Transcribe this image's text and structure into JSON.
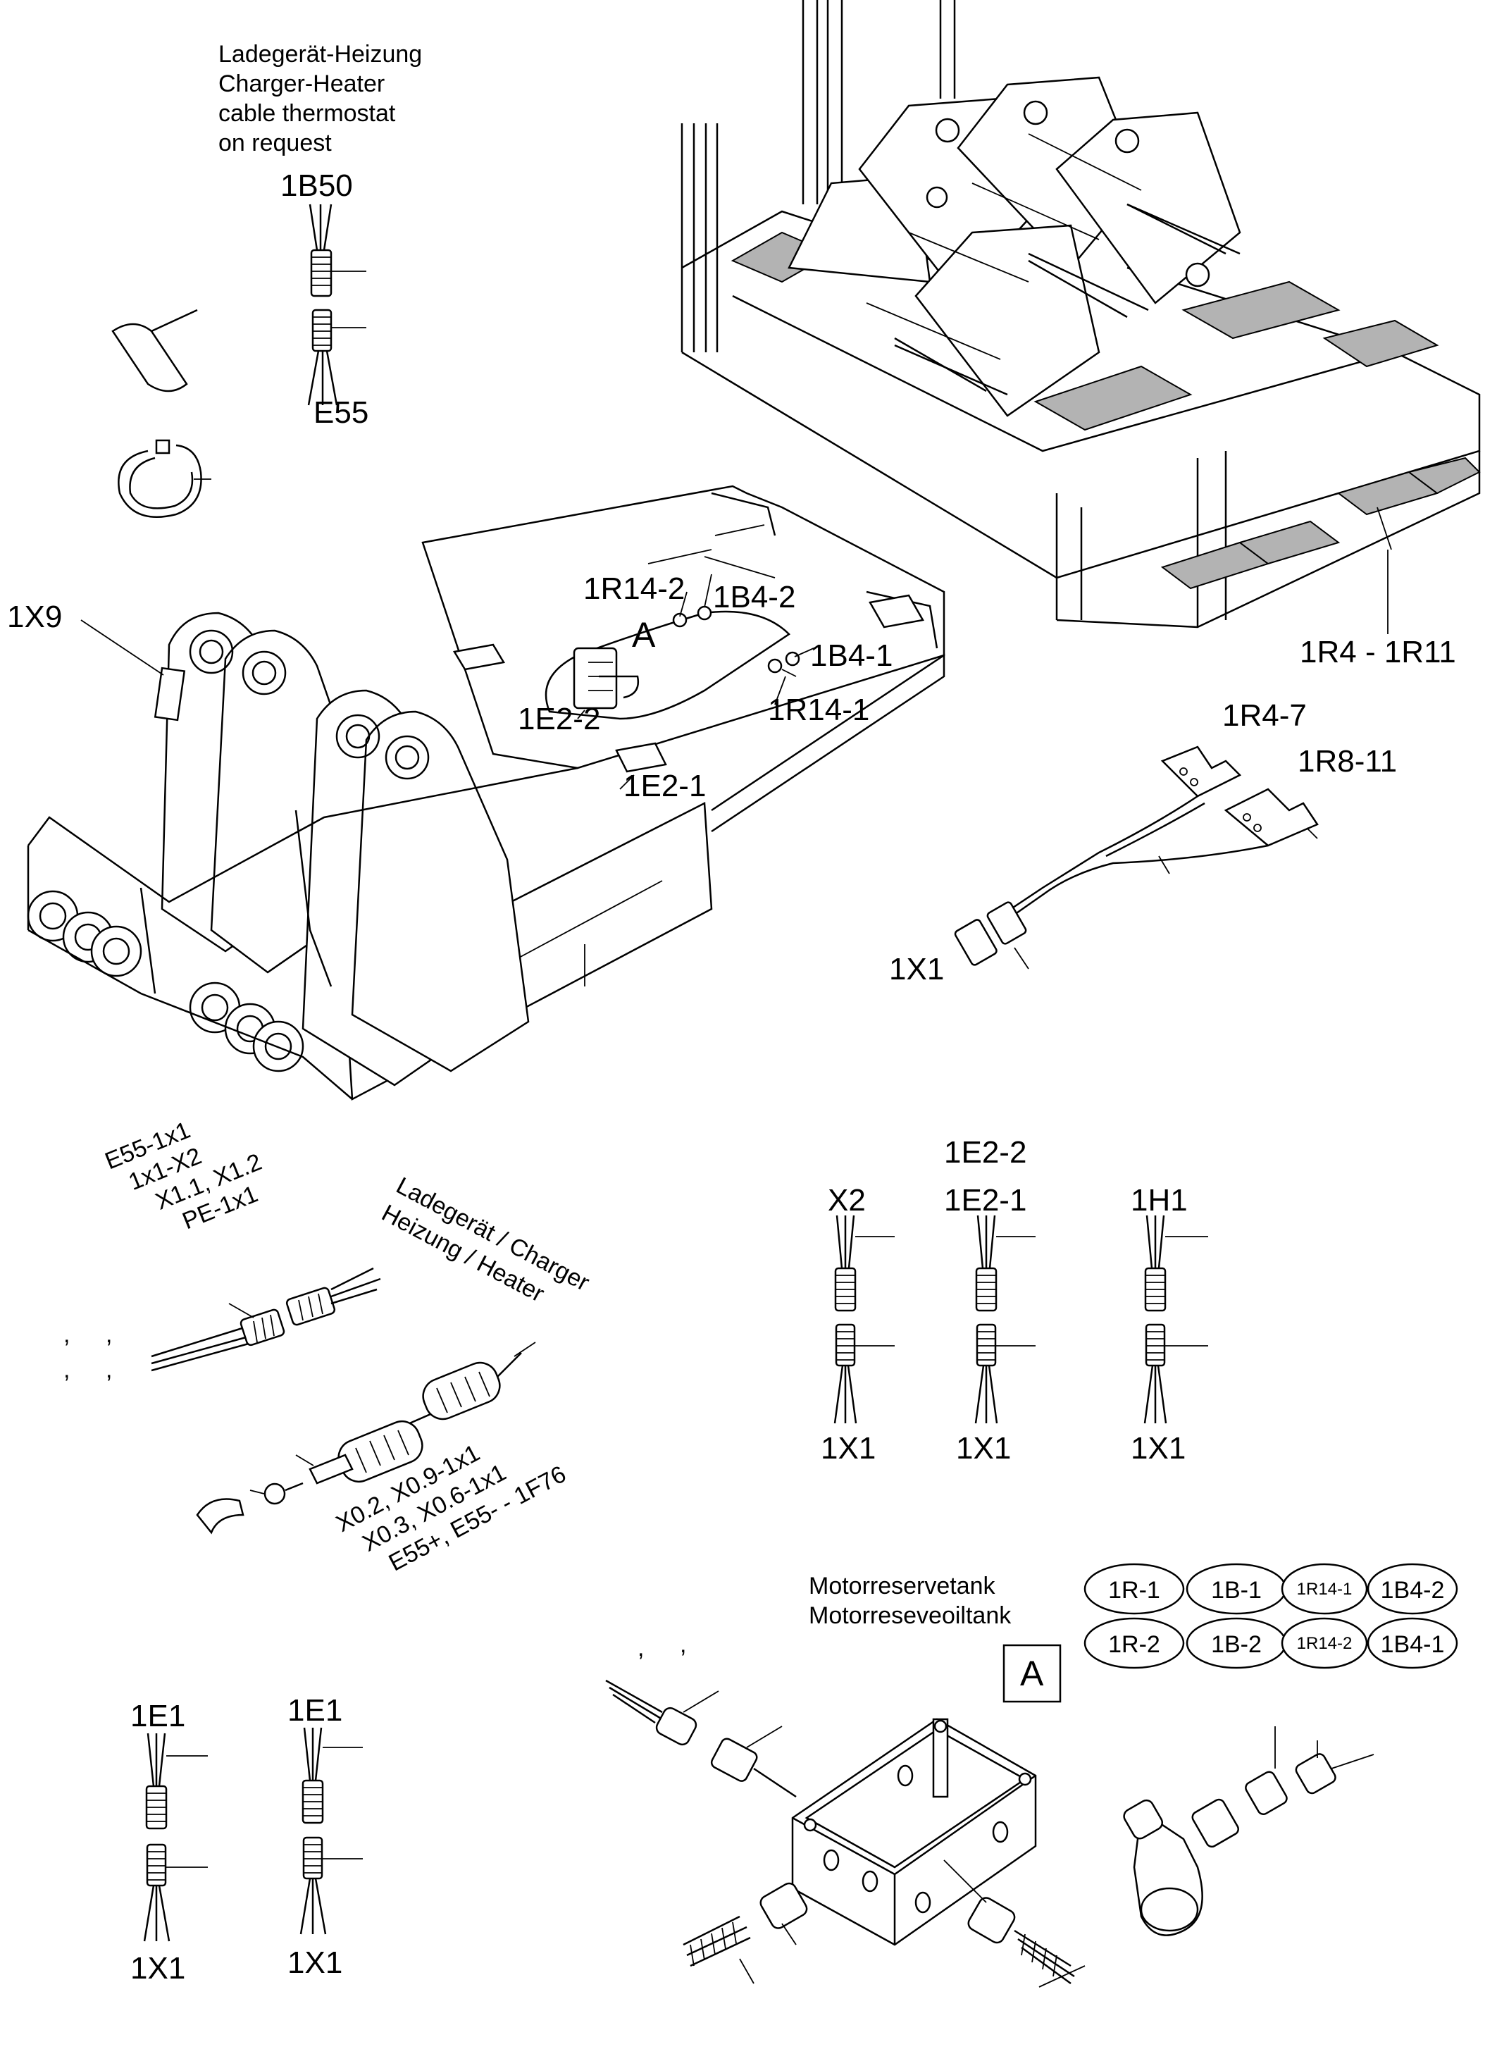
{
  "notes": {
    "charger_heater": [
      "Ladegerät-Heizung",
      "Charger-Heater",
      "cable thermostat",
      "on request"
    ],
    "charger_heater_rotated": [
      "Ladegerät / Charger",
      "Heizung / Heater"
    ],
    "connector_list": [
      "E55-1x1",
      "1x1-X2",
      "X1.1, X1.2",
      "PE-1x1"
    ],
    "cable_list": [
      "X0.2, X0.9-1x1",
      "X0.3, X0.6-1x1",
      "E55+, E55- - 1F76"
    ],
    "tank": [
      "Motorreservetank",
      "Motorreseveoiltank"
    ],
    "marks_left": [
      ",",
      ",",
      ",",
      ","
    ],
    "marks_tank": [
      ",",
      ","
    ]
  },
  "labels": {
    "b50": "1B50",
    "e55": "E55",
    "x9": "1X9",
    "r14_2": "1R14-2",
    "b4_2": "1B4-2",
    "detail_a": "A",
    "b4_1": "1B4-1",
    "e2_2": "1E2-2",
    "r14_1": "1R14-1",
    "e2_1": "1E2-1",
    "r4_r11": "1R4 - 1R11",
    "r4_7": "1R4-7",
    "r8_11": "1R8-11",
    "x1_main": "1X1",
    "x2": "X2",
    "e2_2_top": "1E2-2",
    "e2_1_top": "1E2-1",
    "h1": "1H1",
    "x1_a": "1X1",
    "x1_b": "1X1",
    "x1_c": "1X1",
    "e1_a": "1E1",
    "e1_b": "1E1",
    "x1_d": "1X1",
    "x1_e": "1X1",
    "box_a": "A"
  },
  "sensor_legend": [
    [
      "1R-1",
      "1B-1",
      "1R14-1",
      "1B4-2"
    ],
    [
      "1R-2",
      "1B-2",
      "1R14-2",
      "1B4-1"
    ]
  ]
}
